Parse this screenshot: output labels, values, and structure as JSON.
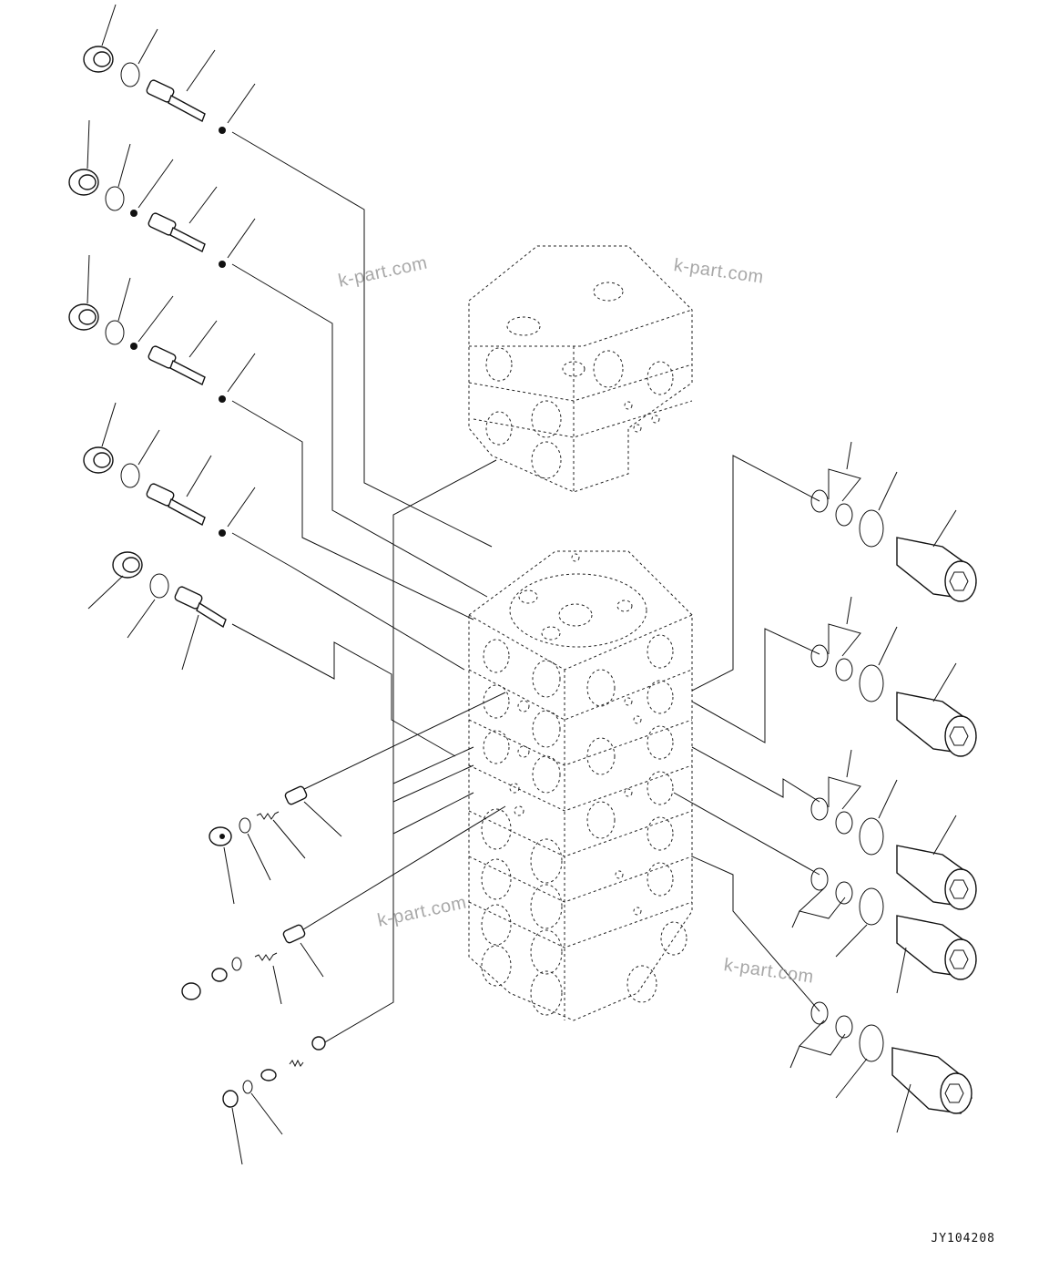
{
  "watermarks": [
    "k-part.com",
    "k-part.com",
    "k-part.com",
    "k-part.com"
  ],
  "drawing_id": "JY104208"
}
